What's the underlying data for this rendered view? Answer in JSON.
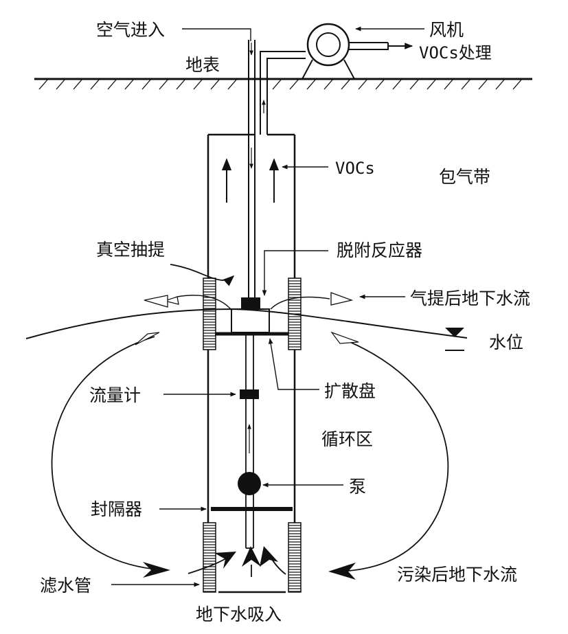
{
  "labels": {
    "air_in": "空气进入",
    "ground_surface": "地表",
    "blower": "风机",
    "vocs_treatment": "VOCs处理",
    "vocs": "VOCs",
    "vadose_zone": "包气带",
    "vacuum_extraction": "真空抽提",
    "desorption_reactor": "脱附反应器",
    "post_airlift_flow": "气提后地下水流",
    "water_level": "水位",
    "diffuser_plate": "扩散盘",
    "flow_meter": "流量计",
    "circulation_zone": "循环区",
    "pump": "泵",
    "packer": "封隔器",
    "screen_pipe": "滤水管",
    "contaminated_flow": "污染后地下水流",
    "groundwater_intake": "地下水吸入"
  },
  "colors": {
    "ink": "#111111",
    "background": "#ffffff",
    "hollow_arrow": "#ffffff"
  }
}
